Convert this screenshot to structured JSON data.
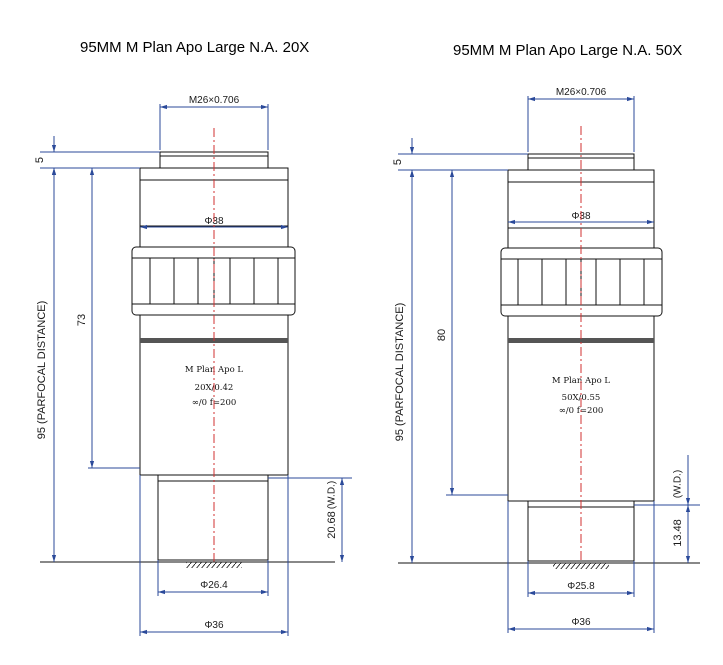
{
  "objectives": [
    {
      "title": "95MM M Plan Apo Large N.A. 20X",
      "thread": "M26×0.706",
      "top_offset": "5",
      "body_diameter": "Φ38",
      "parfocal": "95 (PARFOCAL DISTANCE)",
      "length": "73",
      "label_line1": "M Plan Apo L",
      "label_line2": "20X/0.42",
      "label_line3": "∞/0 f=200",
      "nose_diameter": "Φ26.4",
      "wd_value": "20.68",
      "wd_label": "(W.D.)",
      "bottom_diameter": "Φ36"
    },
    {
      "title": "95MM M Plan Apo Large N.A. 50X",
      "thread": "M26×0.706",
      "top_offset": "5",
      "body_diameter": "Φ38",
      "parfocal": "95 (PARFOCAL DISTANCE)",
      "length": "80",
      "label_line1": "M Plan Apo L",
      "label_line2": "50X/0.55",
      "label_line3": "∞/0 f=200",
      "nose_diameter": "Φ25.8",
      "wd_value": "13.48",
      "wd_label": "(W.D.)",
      "bottom_diameter": "Φ36"
    }
  ],
  "colors": {
    "dimension_line": "#2b4a9a",
    "centerline": "#d23030",
    "outline": "#111111",
    "band": "#555555"
  }
}
